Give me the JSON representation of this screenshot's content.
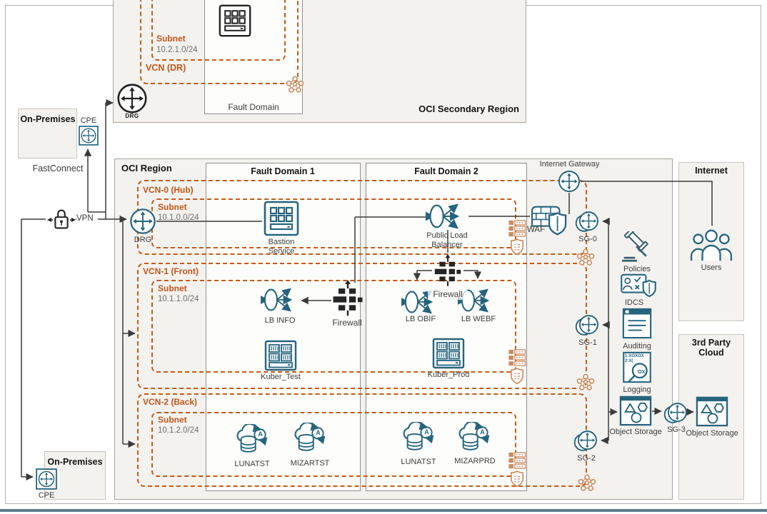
{
  "colors": {
    "vcn_dashed": "#c75b16",
    "icon_teal": "#26647e",
    "icon_orange": "#cb8a5f",
    "icon_black": "#242424",
    "box_fill": "#f4f2ef",
    "orange_label": "#c2571b",
    "wire": "#3a3a3a",
    "bottom_bar": "#5d7d8e"
  },
  "icon_text": {
    "adb_letter": "A",
    "logging_line1": "1:XOXOX",
    "logging_line2": "2:X(",
    "logging_lens": "OX"
  },
  "labels": {
    "secondary_region": {
      "title": "OCI Secondary Region",
      "fault_domain": "Fault Domain",
      "vcn": "VCN (DR)",
      "subnet": "Subnet",
      "subnet_cidr": "10.2.1.0/24",
      "drg": "DRG"
    },
    "on_premises": {
      "top_title": "On-Premises",
      "top_cpe": "CPE",
      "fastconnect": "FastConnect",
      "vpn": "VPN",
      "bottom_title": "On-Premises",
      "bottom_cpe": "CPE"
    },
    "oci_region": {
      "title": "OCI Region",
      "fd1": "Fault Domain 1",
      "fd2": "Fault Domain 2",
      "drg": "DRG",
      "internet_gateway": "Internet Gateway",
      "vcn0": {
        "name": "VCN-0 (Hub)",
        "subnet": "Subnet",
        "cidr": "10.1.0.0/24",
        "bastion": "Bastion Service",
        "public_lb": "Public Load Balancer",
        "waf": "WAF",
        "sg": "SG-0"
      },
      "vcn1": {
        "name": "VCN-1 (Front)",
        "subnet": "Subnet",
        "cidr": "10.1.1.0/24",
        "lb_info": "LB INFO",
        "firewall_fd1": "Firewall",
        "firewall_fd2": "Firewall",
        "lb_obif": "LB OBIF",
        "lb_webf": "LB WEBF",
        "kuber_test": "Kuber_Test",
        "kuber_prod": "Kuber_Prod",
        "sg": "SG-1"
      },
      "vcn2": {
        "name": "VCN-2 (Back)",
        "subnet": "Subnet",
        "cidr": "10.1.2.0/24",
        "lunatst_fd1": "LUNATST",
        "mizartst": "MIZARTST",
        "lunatst_fd2": "LUNATST",
        "mizarprd": "MIZARPRD",
        "sg": "SG-2"
      },
      "services": {
        "policies": "Policies",
        "idcs": "IDCS",
        "auditing": "Auditing",
        "logging": "Logging",
        "object_storage": "Object Storage",
        "sg3": "SG-3"
      }
    },
    "internet": {
      "title": "Internet",
      "users": "Users"
    },
    "third_party": {
      "title": "3rd Party Cloud",
      "object_storage": "Object Storage"
    }
  }
}
